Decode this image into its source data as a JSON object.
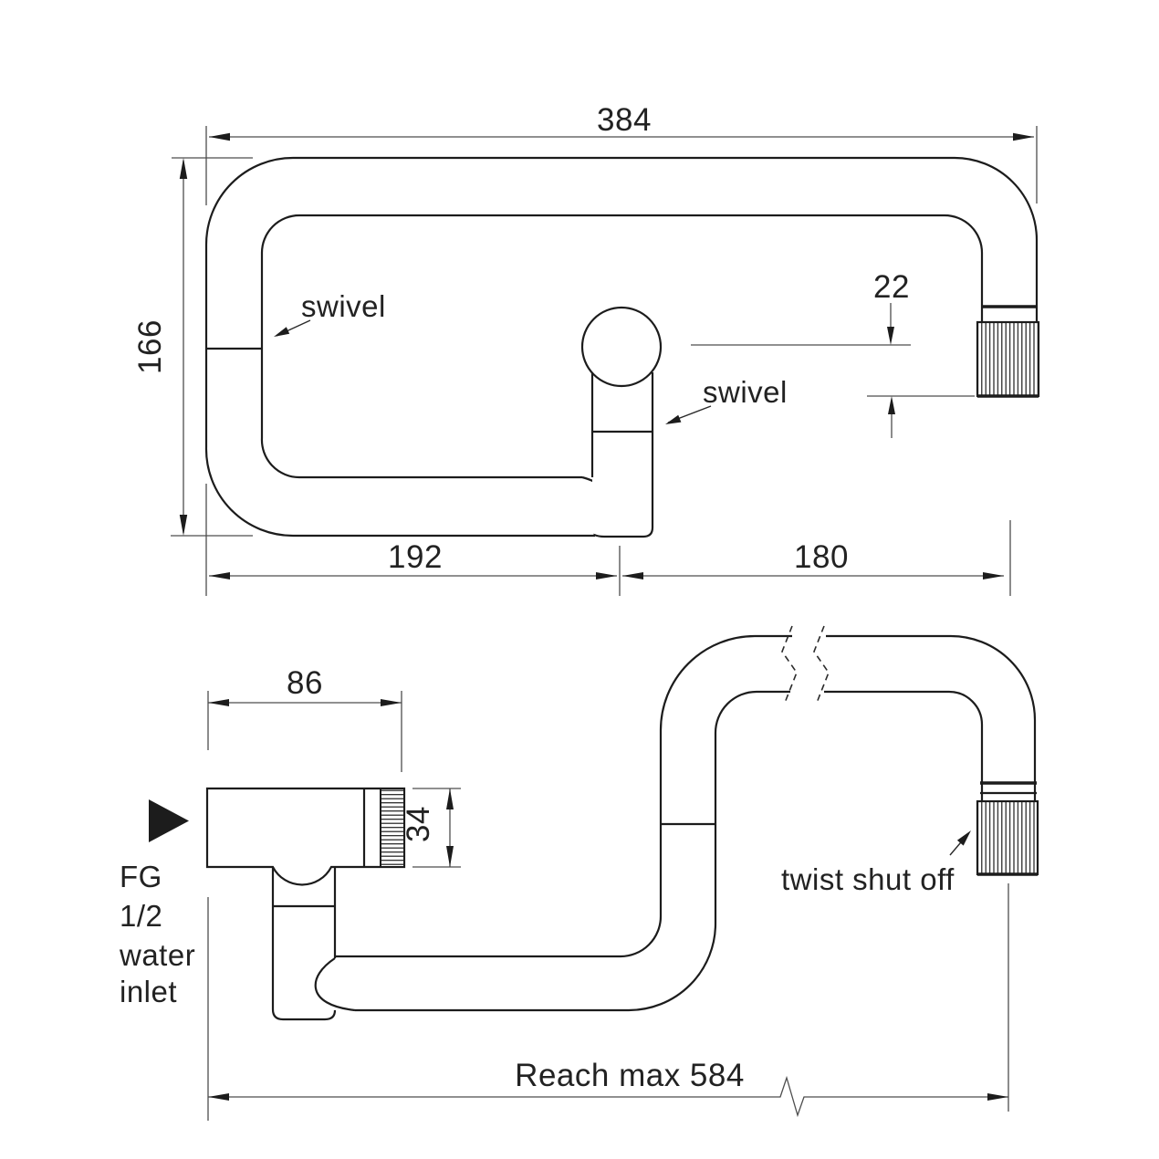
{
  "drawing": {
    "colors": {
      "background": "#ffffff",
      "outline": "#1c1c1c",
      "dimension_line": "#4d4d4d",
      "text": "#222222"
    },
    "top_view": {
      "dim_total_width": "384",
      "dim_height": "166",
      "dim_tip_offset": "22",
      "dim_left_span": "192",
      "dim_right_span": "180",
      "label_swivel_left": "swivel",
      "label_swivel_center": "swivel"
    },
    "side_view": {
      "dim_body_length": "86",
      "dim_body_diameter": "34",
      "dim_reach": "Reach max 584",
      "label_twist_shut_off": "twist shut off",
      "inlet_line1": "FG",
      "inlet_line2": "1/2",
      "inlet_line3": "water",
      "inlet_line4": "inlet"
    }
  }
}
